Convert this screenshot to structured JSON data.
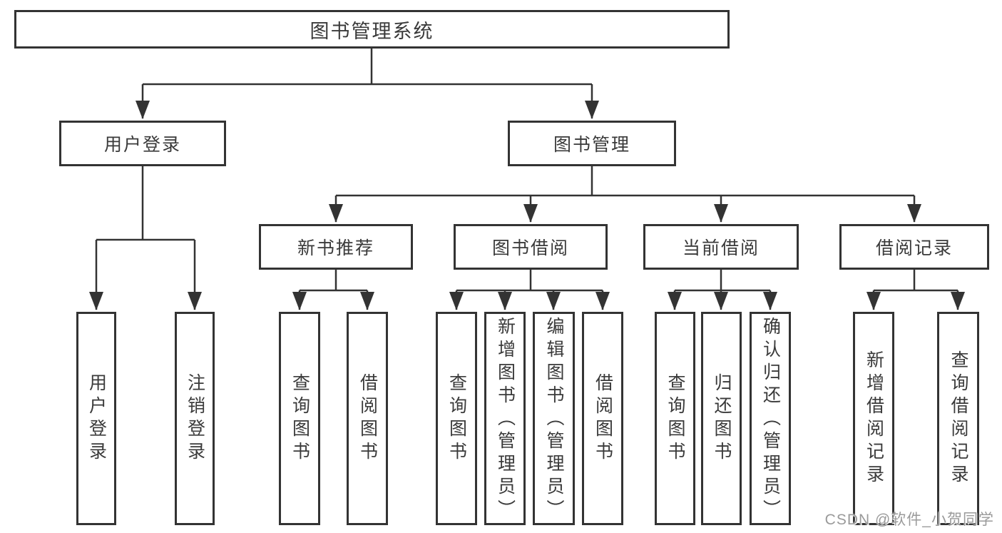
{
  "tree": {
    "label": "图书管理系统",
    "children": [
      {
        "label": "用户登录",
        "children": [
          {
            "label": "用户登录"
          },
          {
            "label": "注销登录"
          }
        ]
      },
      {
        "label": "图书管理",
        "children": [
          {
            "label": "新书推荐",
            "children": [
              {
                "label": "查询图书"
              },
              {
                "label": "借阅图书"
              }
            ]
          },
          {
            "label": "图书借阅",
            "children": [
              {
                "label": "查询图书"
              },
              {
                "label": "新增图书（管理员）"
              },
              {
                "label": "编辑图书（管理员）"
              },
              {
                "label": "借阅图书"
              }
            ]
          },
          {
            "label": "当前借阅",
            "children": [
              {
                "label": "查询图书"
              },
              {
                "label": "归还图书"
              },
              {
                "label": "确认归还（管理员）"
              }
            ]
          },
          {
            "label": "借阅记录",
            "children": [
              {
                "label": "新增借阅记录"
              },
              {
                "label": "查询借阅记录"
              }
            ]
          }
        ]
      }
    ]
  },
  "watermark": {
    "text": "CSDN @软件_小贺同学"
  },
  "colors": {
    "line": "#333333",
    "text": "#3a3a3a",
    "background": "#ffffff",
    "box_background": "#ffffff",
    "watermark": "#9a9a9a"
  }
}
